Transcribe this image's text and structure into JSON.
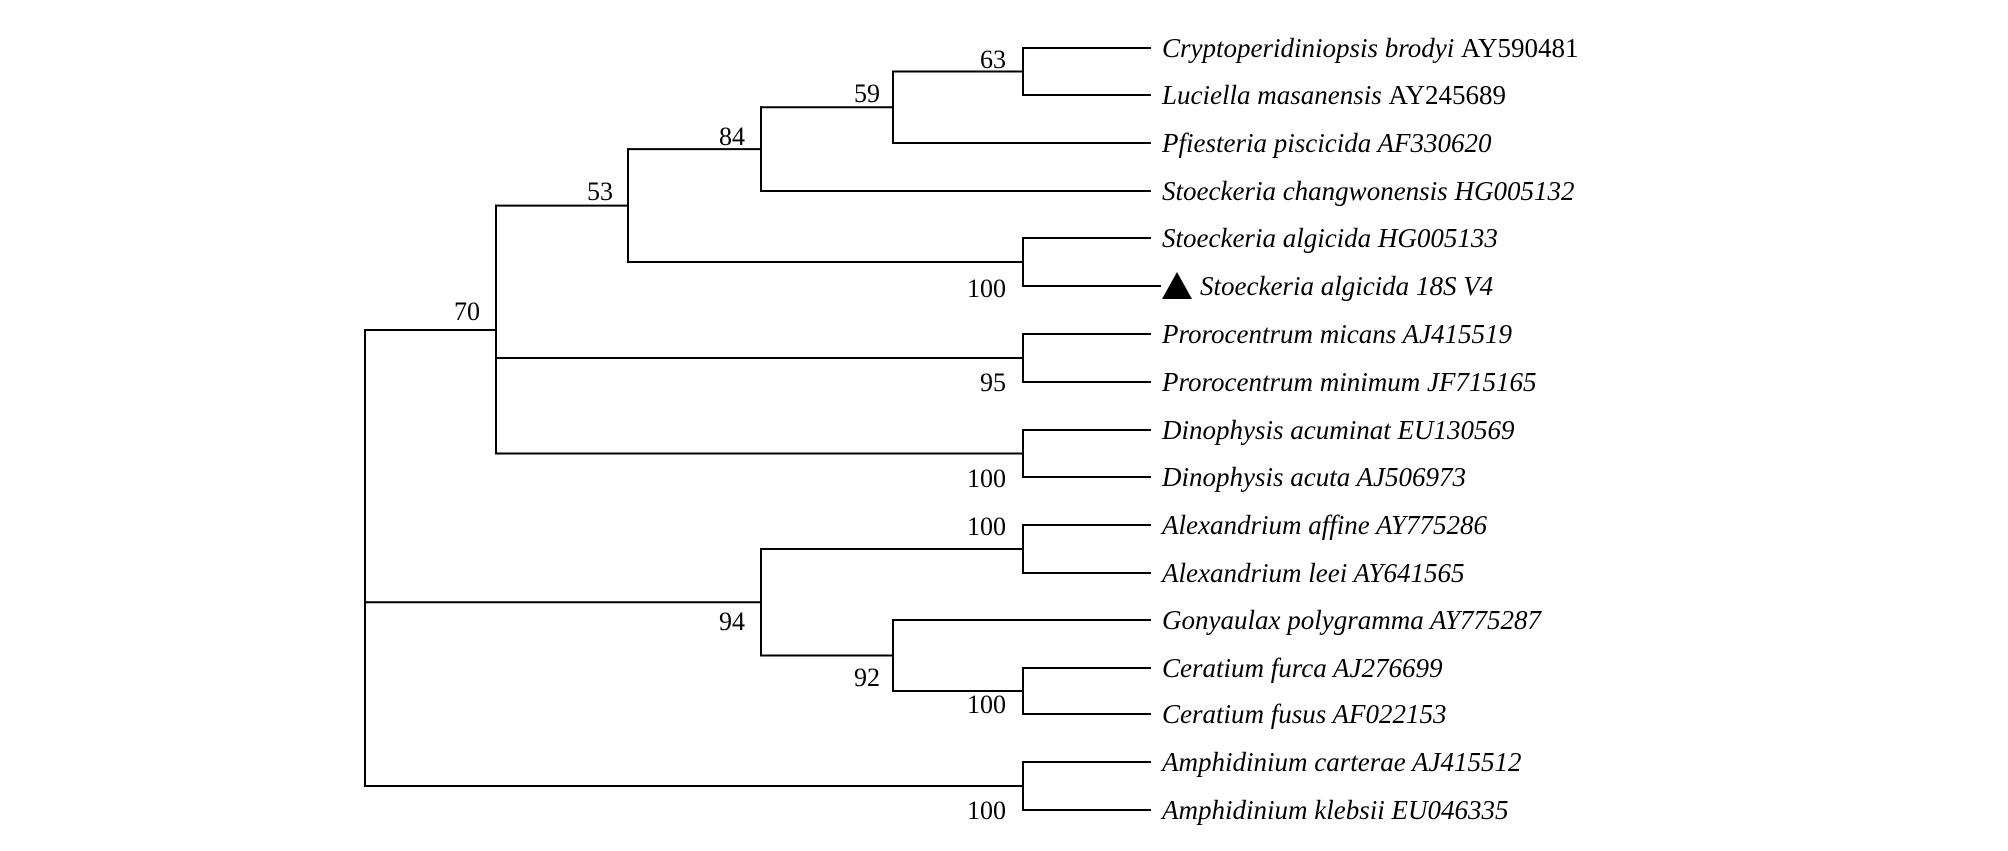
{
  "tree": {
    "leaves": [
      {
        "genus_species": "Cryptoperidiniopsis brodyi",
        "accession": "AY590481",
        "accession_italic": false,
        "marked": false
      },
      {
        "genus_species": "Luciella masanensis",
        "accession": "AY245689",
        "accession_italic": false,
        "marked": false
      },
      {
        "genus_species": "Pfiesteria piscicida",
        "accession": "AF330620",
        "accession_italic": true,
        "marked": false
      },
      {
        "genus_species": "Stoeckeria changwonensis",
        "accession": "HG005132",
        "accession_italic": true,
        "marked": false
      },
      {
        "genus_species": "Stoeckeria algicida",
        "accession": "HG005133",
        "accession_italic": true,
        "marked": false
      },
      {
        "genus_species": "Stoeckeria algicida",
        "accession": "18S V4",
        "accession_italic": true,
        "marked": true
      },
      {
        "genus_species": "Prorocentrum micans",
        "accession": "AJ415519",
        "accession_italic": true,
        "marked": false
      },
      {
        "genus_species": "Prorocentrum minimum",
        "accession": "JF715165",
        "accession_italic": true,
        "marked": false
      },
      {
        "genus_species": "Dinophysis acuminat",
        "accession": "EU130569",
        "accession_italic": true,
        "marked": false
      },
      {
        "genus_species": "Dinophysis acuta",
        "accession": "AJ506973",
        "accession_italic": true,
        "marked": false
      },
      {
        "genus_species": "Alexandrium affine",
        "accession": "AY775286",
        "accession_italic": true,
        "marked": false
      },
      {
        "genus_species": "Alexandrium leei",
        "accession": "AY641565",
        "accession_italic": true,
        "marked": false
      },
      {
        "genus_species": "Gonyaulax polygramma",
        "accession": "AY775287",
        "accession_italic": true,
        "marked": false
      },
      {
        "genus_species": "Ceratium furca",
        "accession": "AJ276699",
        "accession_italic": true,
        "marked": false
      },
      {
        "genus_species": "Ceratium fusus",
        "accession": "AF022153",
        "accession_italic": true,
        "marked": false
      },
      {
        "genus_species": "Amphidinium carterae",
        "accession": "AJ415512",
        "accession_italic": true,
        "marked": false
      },
      {
        "genus_species": "Amphidinium klebsii",
        "accession": "EU046335",
        "accession_italic": true,
        "marked": false
      }
    ],
    "support_values": [
      "63",
      "59",
      "84",
      "53",
      "100",
      "70",
      "95",
      "100",
      "100",
      "92",
      "94",
      "100",
      "100"
    ],
    "marker_icon": "filled-triangle"
  }
}
